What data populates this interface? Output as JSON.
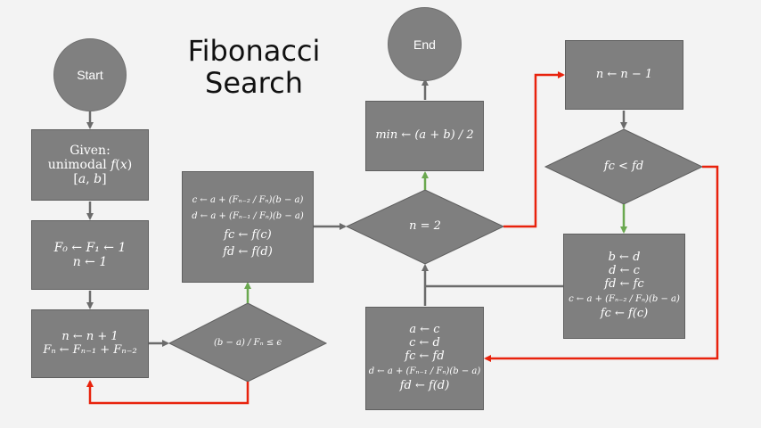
{
  "title": {
    "line1": "Fibonacci",
    "line2": "Search"
  },
  "colors": {
    "node_fill": "#7f7f7f",
    "edge_gray": "#6b6b6b",
    "edge_red": "#e8220c",
    "edge_green": "#6aa84f",
    "background": "#f3f3f3"
  },
  "nodes": {
    "start": {
      "label": "Start"
    },
    "end": {
      "label": "End"
    },
    "given": {
      "line1": "Given:",
      "line2": "unimodal 𝑓(𝑥)",
      "line3": "[𝑎, 𝑏]"
    },
    "init": {
      "line1": "F₀ ← F₁ ← 1",
      "line2": "n ← 1"
    },
    "increment": {
      "line1": "n ← n + 1",
      "line2": "Fₙ ← Fₙ₋₁ + Fₙ₋₂"
    },
    "tolerance_check": {
      "label": "(b − a) / Fₙ ≤ ϵ"
    },
    "compute_cd": {
      "line1": "c ← a + (Fₙ₋₂ / Fₙ)(b − a)",
      "line2": "d ← a + (Fₙ₋₁ / Fₙ)(b − a)",
      "line3": "fc ← f(c)",
      "line4": "fd ← f(d)"
    },
    "n_equals_2": {
      "label": "n = 2"
    },
    "min_result": {
      "label": "min ← (a + b) / 2"
    },
    "decrement": {
      "label": "n ← n − 1"
    },
    "compare": {
      "label": "fc < fd"
    },
    "left_update": {
      "line1": "b ← d",
      "line2": "d ← c",
      "line3": "fd ← fc",
      "line4": "c ← a + (Fₙ₋₂ / Fₙ)(b − a)",
      "line5": "fc ← f(c)"
    },
    "right_update": {
      "line1": "a ← c",
      "line2": "c ← d",
      "line3": "fc ← fd",
      "line4": "d ← a + (Fₙ₋₁ / Fₙ)(b − a)",
      "line5": "fd ← f(d)"
    }
  }
}
